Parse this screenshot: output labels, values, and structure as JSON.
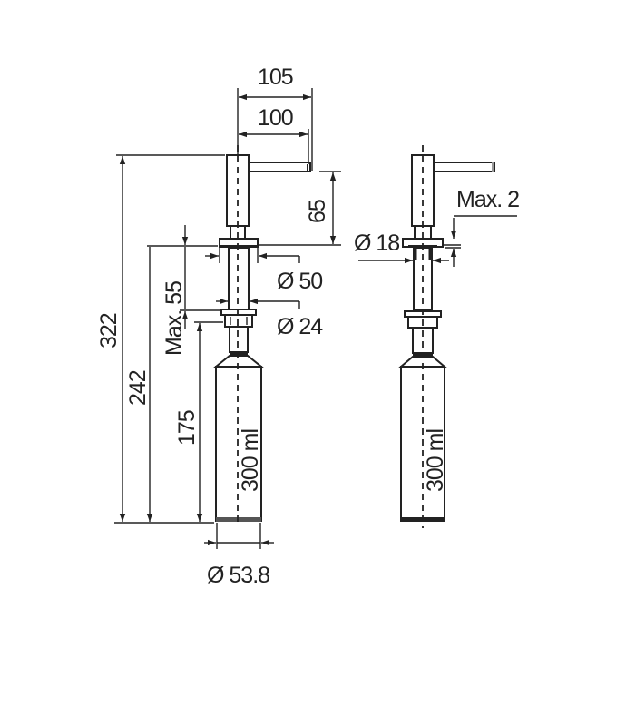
{
  "drawing": {
    "subject": "soap-dispenser-technical-drawing",
    "units": "mm",
    "line_color": "#222222",
    "background": "#ffffff",
    "views": [
      "front-view-dimensioned",
      "side-view"
    ]
  },
  "dimensions": {
    "spout_reach_outer": "105",
    "spout_reach_inner": "100",
    "spout_height_above_deck": "65",
    "total_height": "322",
    "height_below_deck": "242",
    "bottle_height": "175",
    "max_deck_thickness": "Max. 55",
    "flange_diameter": "Ø 50",
    "nut_diameter": "Ø 24",
    "bottle_diameter": "Ø 53.8",
    "shank_diameter": "Ø 18",
    "max_gap": "Max. 2"
  },
  "labels": {
    "bottle_capacity_front": "300 ml",
    "bottle_capacity_side": "300 ml"
  }
}
